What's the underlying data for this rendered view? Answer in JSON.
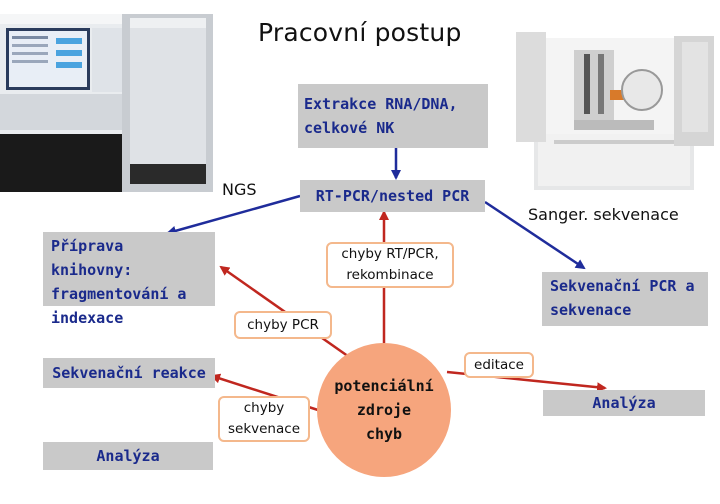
{
  "title": "Pracovní postup",
  "boxes": {
    "extraction": [
      "Extrakce RNA/DNA,",
      "celkové NK"
    ],
    "rtpcr": "RT-PCR/nested PCR",
    "library_prep": [
      "Příprava knihovny:",
      "fragmentování a",
      "indexace"
    ],
    "seq_reaction": "Sekvenační reakce",
    "analysis_left": "Analýza",
    "sanger_pcr": [
      "Sekvenační PCR a",
      "sekvenace"
    ],
    "analysis_right": "Analýza"
  },
  "labels": {
    "ngs": "NGS",
    "sanger": "Sanger. sekvenace"
  },
  "error_boxes": {
    "rt_pcr": [
      "chyby RT/PCR,",
      "rekombinace"
    ],
    "pcr": "chyby PCR",
    "sequencing": [
      "chyby",
      "sekvenace"
    ],
    "editing": "editace"
  },
  "error_sources": [
    "potenciální",
    "zdroje",
    "chyb"
  ],
  "colors": {
    "box_fill": "#c9c9c9",
    "box_text": "#1a2a8c",
    "blue_arrow": "#1f2c9b",
    "red_arrow": "#c0271f",
    "circle_fill": "#f6a57d",
    "error_border": "#f4b88c"
  },
  "images": {
    "left": "ngs-sequencer-instrument",
    "right": "sanger-capillary-sequencer"
  }
}
